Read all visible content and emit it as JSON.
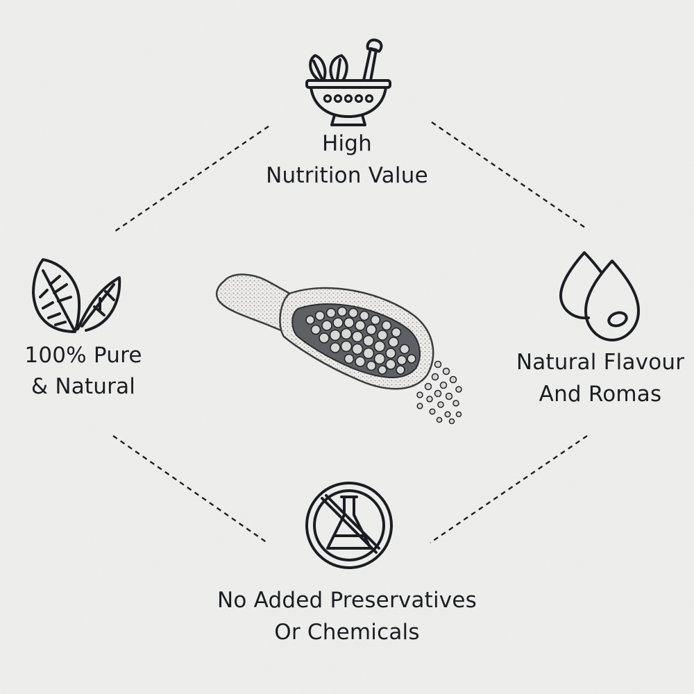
{
  "features": {
    "top": {
      "line1": "High",
      "line2": "Nutrition Value",
      "icon": "mortar-and-pestle-icon"
    },
    "left": {
      "line1": "100% Pure",
      "line2": "& Natural",
      "icon": "leaves-icon"
    },
    "right": {
      "line1": "Natural Flavour",
      "line2": "And Romas",
      "icon": "oil-drops-icon"
    },
    "bottom": {
      "line1": "No Added Preservatives",
      "line2": "Or Chemicals",
      "icon": "no-chemicals-icon"
    }
  },
  "center": {
    "icon": "scoop-with-seeds-icon"
  },
  "colors": {
    "background": "#efefed",
    "ink": "#1b1d22"
  }
}
